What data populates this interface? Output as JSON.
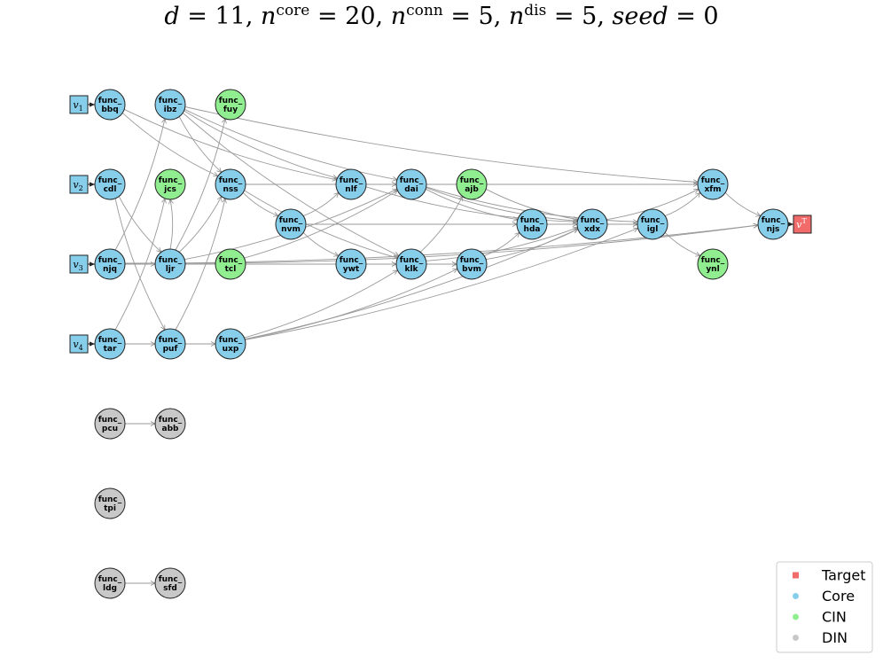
{
  "title": {
    "d": "11",
    "n_core": "20",
    "n_conn": "5",
    "n_dis": "5",
    "seed": "0"
  },
  "colors": {
    "core": "#87ceeb",
    "cin": "#90ee90",
    "din": "#c8c8c8",
    "target": "#f26b6b",
    "edge": "#999999"
  },
  "inputs": [
    {
      "id": "v1",
      "main": "v",
      "sub": "1"
    },
    {
      "id": "v2",
      "main": "v",
      "sub": "2"
    },
    {
      "id": "v3",
      "main": "v",
      "sub": "3"
    },
    {
      "id": "v4",
      "main": "v",
      "sub": "4"
    }
  ],
  "target": {
    "id": "vT",
    "main": "v",
    "sup": "T"
  },
  "nodes": [
    {
      "id": "bbq",
      "prefix": "func_",
      "name": "bbq",
      "type": "core"
    },
    {
      "id": "ibz",
      "prefix": "func_",
      "name": "ibz",
      "type": "core"
    },
    {
      "id": "fuy",
      "prefix": "func_",
      "name": "fuy",
      "type": "cin"
    },
    {
      "id": "cdl",
      "prefix": "func_",
      "name": "cdl",
      "type": "core"
    },
    {
      "id": "jcs",
      "prefix": "func_",
      "name": "jcs",
      "type": "cin"
    },
    {
      "id": "nss",
      "prefix": "func_",
      "name": "nss",
      "type": "core"
    },
    {
      "id": "nlf",
      "prefix": "func_",
      "name": "nlf",
      "type": "core"
    },
    {
      "id": "dai",
      "prefix": "func_",
      "name": "dai",
      "type": "core"
    },
    {
      "id": "ajb",
      "prefix": "func_",
      "name": "ajb",
      "type": "cin"
    },
    {
      "id": "xfm",
      "prefix": "func_",
      "name": "xfm",
      "type": "core"
    },
    {
      "id": "nvm",
      "prefix": "func_",
      "name": "nvm",
      "type": "core"
    },
    {
      "id": "hda",
      "prefix": "func_",
      "name": "hda",
      "type": "core"
    },
    {
      "id": "xdx",
      "prefix": "func_",
      "name": "xdx",
      "type": "core"
    },
    {
      "id": "igl",
      "prefix": "func_",
      "name": "igl",
      "type": "core"
    },
    {
      "id": "njs",
      "prefix": "func_",
      "name": "njs",
      "type": "core"
    },
    {
      "id": "njq",
      "prefix": "func_",
      "name": "njq",
      "type": "core"
    },
    {
      "id": "ljr",
      "prefix": "func_",
      "name": "ljr",
      "type": "core"
    },
    {
      "id": "tcl",
      "prefix": "func_",
      "name": "tcl",
      "type": "cin"
    },
    {
      "id": "ywt",
      "prefix": "func_",
      "name": "ywt",
      "type": "core"
    },
    {
      "id": "klk",
      "prefix": "func_",
      "name": "klk",
      "type": "core"
    },
    {
      "id": "bvm",
      "prefix": "func_",
      "name": "bvm",
      "type": "core"
    },
    {
      "id": "ynl",
      "prefix": "func_",
      "name": "ynl",
      "type": "cin"
    },
    {
      "id": "tar",
      "prefix": "func_",
      "name": "tar",
      "type": "core"
    },
    {
      "id": "puf",
      "prefix": "func_",
      "name": "puf",
      "type": "core"
    },
    {
      "id": "uxp",
      "prefix": "func_",
      "name": "uxp",
      "type": "core"
    },
    {
      "id": "pcu",
      "prefix": "func_",
      "name": "pcu",
      "type": "din"
    },
    {
      "id": "abb",
      "prefix": "func_",
      "name": "abb",
      "type": "din"
    },
    {
      "id": "tpi",
      "prefix": "func_",
      "name": "tpi",
      "type": "din"
    },
    {
      "id": "ldg",
      "prefix": "func_",
      "name": "ldg",
      "type": "din"
    },
    {
      "id": "sfd",
      "prefix": "func_",
      "name": "sfd",
      "type": "din"
    }
  ],
  "edges": [
    [
      "v1",
      "bbq"
    ],
    [
      "v2",
      "cdl"
    ],
    [
      "v3",
      "njq"
    ],
    [
      "v4",
      "tar"
    ],
    [
      "njs",
      "vT"
    ],
    [
      "bbq",
      "nss"
    ],
    [
      "bbq",
      "nlf"
    ],
    [
      "ibz",
      "nss"
    ],
    [
      "ibz",
      "dai"
    ],
    [
      "ibz",
      "xfm"
    ],
    [
      "ibz",
      "klk"
    ],
    [
      "ibz",
      "nlf"
    ],
    [
      "cdl",
      "ljr"
    ],
    [
      "cdl",
      "puf"
    ],
    [
      "nss",
      "nvm"
    ],
    [
      "nss",
      "klk"
    ],
    [
      "nss",
      "xfm"
    ],
    [
      "nlf",
      "xdx"
    ],
    [
      "nlf",
      "dai"
    ],
    [
      "dai",
      "hda"
    ],
    [
      "dai",
      "xdx"
    ],
    [
      "dai",
      "igl"
    ],
    [
      "ajb",
      "xdx"
    ],
    [
      "nvm",
      "nlf"
    ],
    [
      "nvm",
      "ywt"
    ],
    [
      "nvm",
      "hda"
    ],
    [
      "hda",
      "xdx"
    ],
    [
      "xdx",
      "igl"
    ],
    [
      "xdx",
      "xfm"
    ],
    [
      "igl",
      "xfm"
    ],
    [
      "igl",
      "ynl"
    ],
    [
      "xfm",
      "njs"
    ],
    [
      "hda",
      "igl"
    ],
    [
      "njq",
      "ibz"
    ],
    [
      "njq",
      "ljr"
    ],
    [
      "njq",
      "bvm"
    ],
    [
      "njq",
      "njs"
    ],
    [
      "ljr",
      "fuy"
    ],
    [
      "ljr",
      "jcs"
    ],
    [
      "ljr",
      "nss"
    ],
    [
      "ljr",
      "dai"
    ],
    [
      "ljr",
      "klk"
    ],
    [
      "ljr",
      "bvm"
    ],
    [
      "ljr",
      "njs"
    ],
    [
      "tcl",
      "dai"
    ],
    [
      "ywt",
      "klk"
    ],
    [
      "klk",
      "ajb"
    ],
    [
      "klk",
      "xdx"
    ],
    [
      "bvm",
      "xdx"
    ],
    [
      "bvm",
      "hda"
    ],
    [
      "tar",
      "jcs"
    ],
    [
      "tar",
      "puf"
    ],
    [
      "puf",
      "uxp"
    ],
    [
      "puf",
      "nss"
    ],
    [
      "uxp",
      "klk"
    ],
    [
      "uxp",
      "bvm"
    ],
    [
      "uxp",
      "igl"
    ],
    [
      "uxp",
      "xdx"
    ],
    [
      "pcu",
      "abb"
    ],
    [
      "ldg",
      "sfd"
    ]
  ],
  "legend": [
    {
      "label": "Target",
      "type": "target"
    },
    {
      "label": "Core",
      "type": "core"
    },
    {
      "label": "CIN",
      "type": "cin"
    },
    {
      "label": "DIN",
      "type": "din"
    }
  ]
}
